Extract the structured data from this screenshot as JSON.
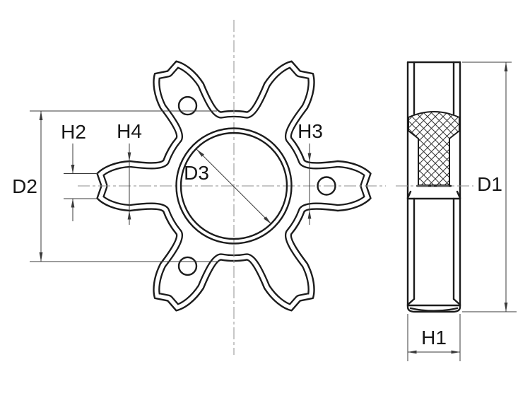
{
  "drawing": {
    "front_view": {
      "labels": {
        "d2": "D2",
        "h2": "H2",
        "h4": "H4",
        "h3": "H3",
        "d3": "D3"
      }
    },
    "side_view": {
      "labels": {
        "d1": "D1",
        "h1": "H1"
      }
    },
    "colors": {
      "outline": "#1c1c1c",
      "dimension_lines": "#3a3a3a",
      "centerline": "#8f8f8f",
      "background": "#ffffff"
    }
  }
}
